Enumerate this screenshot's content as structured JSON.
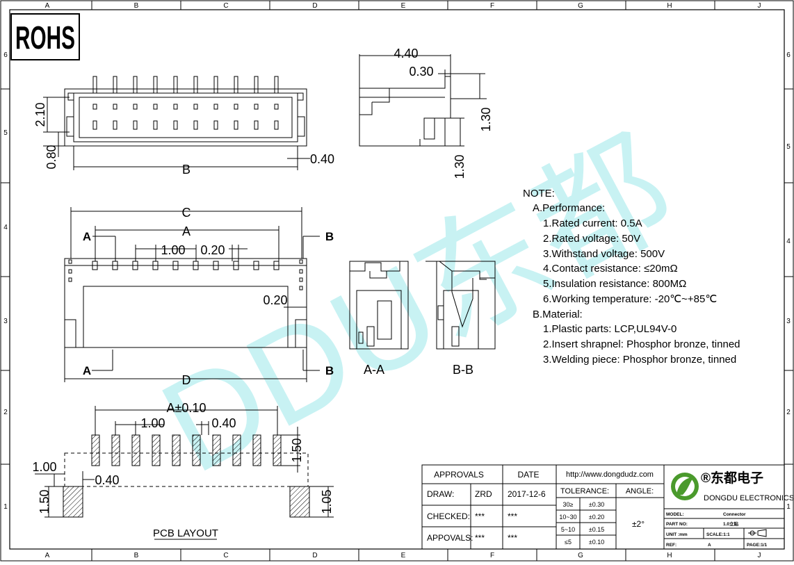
{
  "border": {
    "cols": [
      "A",
      "B",
      "C",
      "D",
      "E",
      "F",
      "G",
      "H",
      "J"
    ],
    "rows": [
      "6",
      "5",
      "4",
      "3",
      "2",
      "1"
    ]
  },
  "rohs_label": "ROHS",
  "watermark": "DDU东都",
  "top_view": {
    "dim_pitch_v": "2.10",
    "dim_edge": "0.80",
    "dim_right": "0.40",
    "dim_B": "B"
  },
  "side_view": {
    "dim_width": "4.40",
    "dim_step": "0.30",
    "dim_height_upper": "1.30",
    "dim_height_lower": "1.30"
  },
  "front_view": {
    "dim_C": "C",
    "dim_A": "A",
    "dim_pitch": "1.00",
    "dim_gap": "0.20",
    "dim_side": "0.20",
    "dim_D": "D",
    "mark_A": "A",
    "mark_B": "B"
  },
  "sections": {
    "aa": "A-A",
    "bb": "B-B"
  },
  "notes": {
    "title": "NOTE:",
    "a_title": "A.Performance:",
    "perf": [
      "1.Rated current: 0.5A",
      "2.Rated voltage: 50V",
      "3.Withstand voltage: 500V",
      "4.Contact resistance: ≤20mΩ",
      "5.Insulation resistance: 800MΩ",
      "6.Working temperature: -20℃~+85℃"
    ],
    "b_title": "B.Material:",
    "mat": [
      "1.Plastic parts: LCP,UL94V-0",
      "2.Insert shrapnel: Phosphor bronze, tinned",
      "3.Welding piece: Phosphor bronze, tinned"
    ]
  },
  "pcb": {
    "dim_A_tol": "A±0.10",
    "dim_pitch": "1.00",
    "dim_pad_w": "0.40",
    "dim_pad_h": "1.50",
    "dim_left": "1.00",
    "dim_left2": "0.40",
    "dim_big_h": "1.50",
    "dim_right_h": "1.05",
    "title": "PCB LAYOUT"
  },
  "title_block": {
    "approvals": "APPROVALS",
    "date_h": "DATE",
    "draw": "DRAW:",
    "draw_name": "ZRD",
    "draw_date": "2017-12-6",
    "checked": "CHECKED:",
    "checked_name": "***",
    "checked_date": "***",
    "appovals": "APPOVALS:",
    "appovals_name": "***",
    "appovals_date": "***",
    "url": "http://www.dongdudz.com",
    "tolerance": "TOLERANCE:",
    "angle_h": "ANGLE:",
    "tol_rows": [
      [
        "30≥",
        "±0.30"
      ],
      [
        "10~30",
        "±0.20"
      ],
      [
        "5~10",
        "±0.15"
      ],
      [
        "≤5",
        "±0.10"
      ]
    ],
    "angle_val": "±2°",
    "company_cn": "®东都电子",
    "company_en": "DONGDU ELECTRONICS",
    "model_l": "MODEL:",
    "model_v": "Connector",
    "part_l": "PART NO:",
    "part_v": "1.0立贴",
    "unit_l": "UNIT :mm",
    "scale_l": "SCALE:1:1",
    "ref_l": "REF:",
    "ref_v": "A",
    "page_l": "PAGE:1/1"
  }
}
